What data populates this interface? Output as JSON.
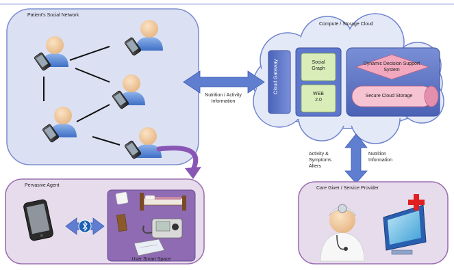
{
  "social_network": {
    "title": "Patient's Social Network"
  },
  "cloud": {
    "title": "Compute / Storage Cloud",
    "gateway_label": "Cloud Gateway",
    "social_graph_label_line1": "Social",
    "social_graph_label_line2": "Graph",
    "web_label_line1": "WEB",
    "web_label_line2": "2.0",
    "dds_label_line1": "Dynamic Decision Support",
    "dds_label_line2": "System",
    "storage_label": "Secure Cloud Storage"
  },
  "arrows": {
    "nutrition_activity_line1": "Nutrition / Activity",
    "nutrition_activity_line2": "Information",
    "activity_symptoms_line1": "Activity &",
    "activity_symptoms_line2": "Symptoms",
    "activity_symptoms_line3": "Alters",
    "nutrition_info_line1": "Nutrition",
    "nutrition_info_line2": "Information"
  },
  "pervasive": {
    "title": "Pervasive Agent",
    "smart_space_label": "User Smart Space"
  },
  "caregiver": {
    "title": "Care Giver / Service Provider"
  },
  "colors": {
    "panel_blue_fill": "#dbe0f3",
    "panel_blue_border": "#7f8fd1",
    "panel_purple_fill": "#e7dcec",
    "panel_purple_border": "#9c6fb1",
    "cloud_fill": "#e4e9f8",
    "gateway_blue": "#5b73c9",
    "green_box": "#d9edb9",
    "pink_diamond": "#f2a9c0",
    "arrow_blue": "#5f7ed0",
    "curve_arrow": "#8a56b5"
  }
}
